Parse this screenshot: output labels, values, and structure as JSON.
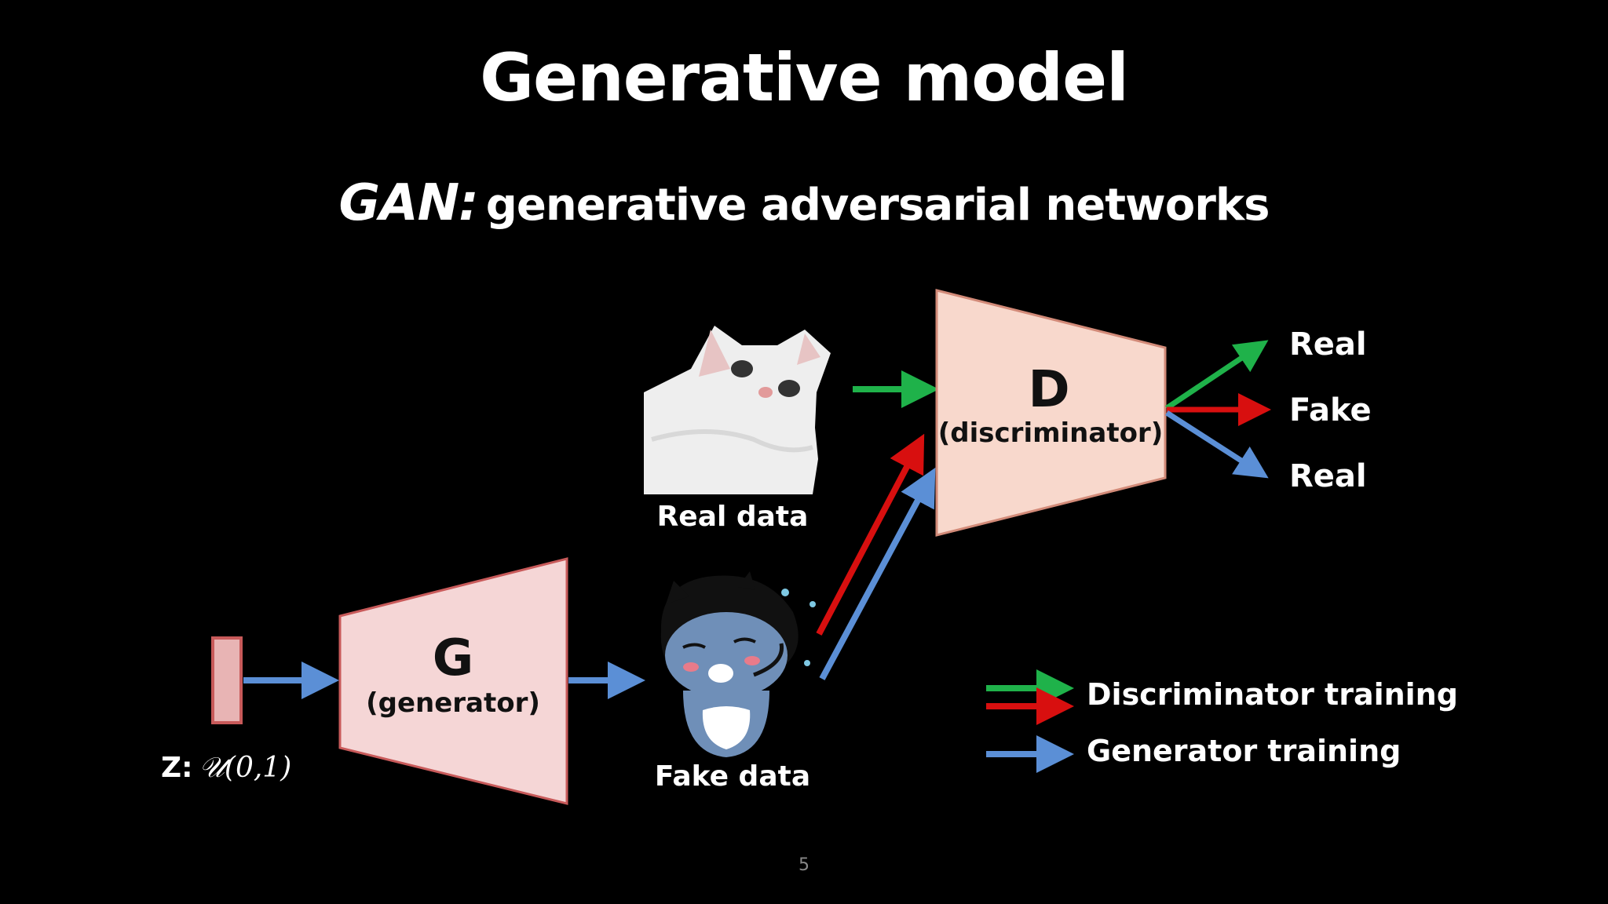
{
  "slide": {
    "title": "Generative model",
    "subtitle_prefix": "GAN:",
    "subtitle_rest": "generative adversarial networks",
    "page_number": "5"
  },
  "generator": {
    "letter": "G",
    "label": "(generator)"
  },
  "discriminator": {
    "letter": "D",
    "label": "(discriminator)"
  },
  "noise": {
    "label_prefix": "Z:",
    "distribution": "𝒰(0,1)"
  },
  "data": {
    "real_label": "Real data",
    "fake_label": "Fake data"
  },
  "outputs": [
    "Real",
    "Fake",
    "Real"
  ],
  "legend": {
    "discriminator_training": "Discriminator training",
    "generator_training": "Generator training"
  },
  "colors": {
    "green": "#1fb24a",
    "red": "#d80f0f",
    "blue": "#5b8fd6",
    "box_fill": "#f8d8cc",
    "gen_fill": "#f5d6d6",
    "gen_stroke": "#c85a5a",
    "noise_fill": "#e8b4b4"
  }
}
